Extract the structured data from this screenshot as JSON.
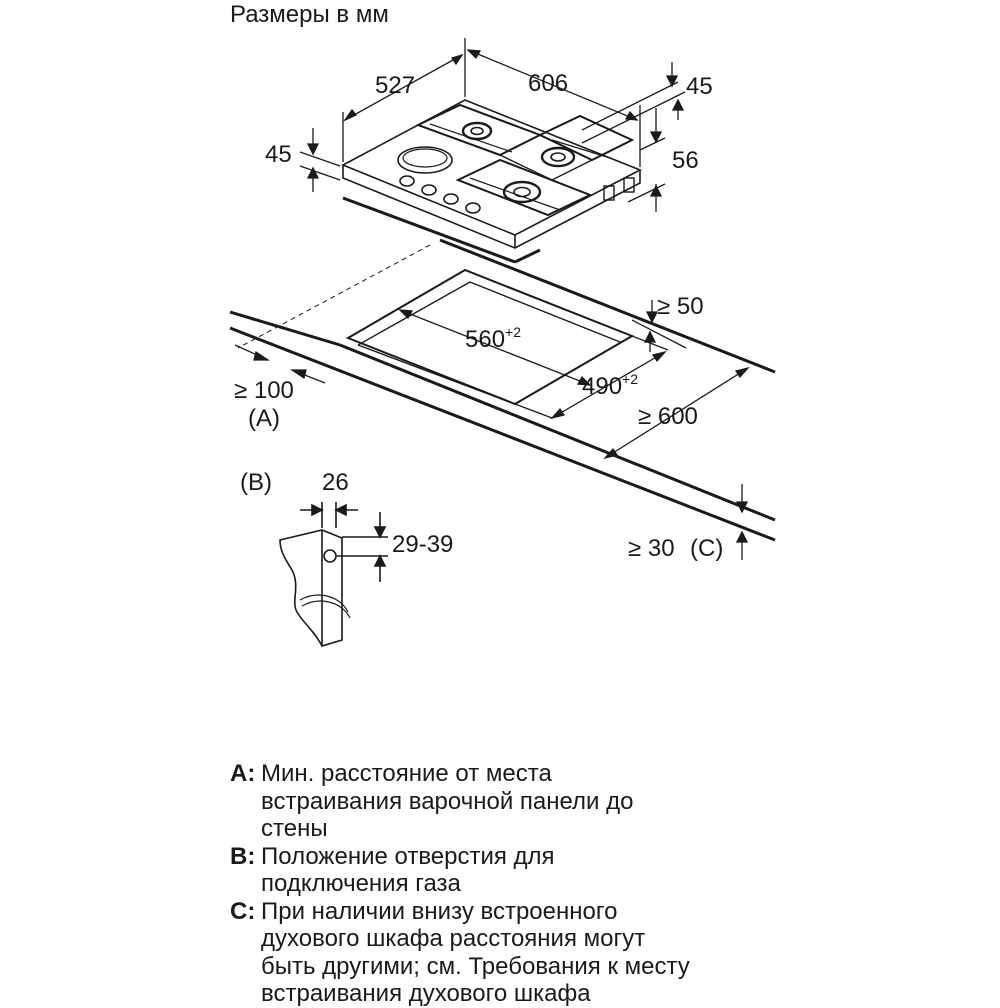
{
  "diagram": {
    "title": "Размеры в мм",
    "hob_dimensions": {
      "depth": "527",
      "width": "606",
      "thickness_left": "45",
      "thickness_right": "45",
      "height_with_foot": "56"
    },
    "cutout": {
      "width": "560",
      "width_tolerance": "+2",
      "depth": "490",
      "depth_tolerance": "+2",
      "min_rear_distance": "≥ 50",
      "min_worktop_depth": "≥ 600",
      "min_side_distance": "≥ 100",
      "side_distance_marker": "(A)",
      "min_worktop_thickness": "≥ 30",
      "worktop_thickness_marker": "(C)"
    },
    "gas_connection_detail": {
      "marker": "(B)",
      "offset": "26",
      "height_range": "29-39"
    }
  },
  "legend": [
    {
      "key": "A:",
      "lines": [
        "Мин. расстояние от места",
        "встраивания варочной панели до",
        "стены"
      ]
    },
    {
      "key": "B:",
      "lines": [
        "Положение отверстия для",
        "подключения газа"
      ]
    },
    {
      "key": "C:",
      "lines": [
        "При наличии внизу встроенного",
        "духового шкафа расстояния могут",
        "быть другими; см. Требования к месту",
        "встраивания духового шкафа"
      ]
    }
  ]
}
